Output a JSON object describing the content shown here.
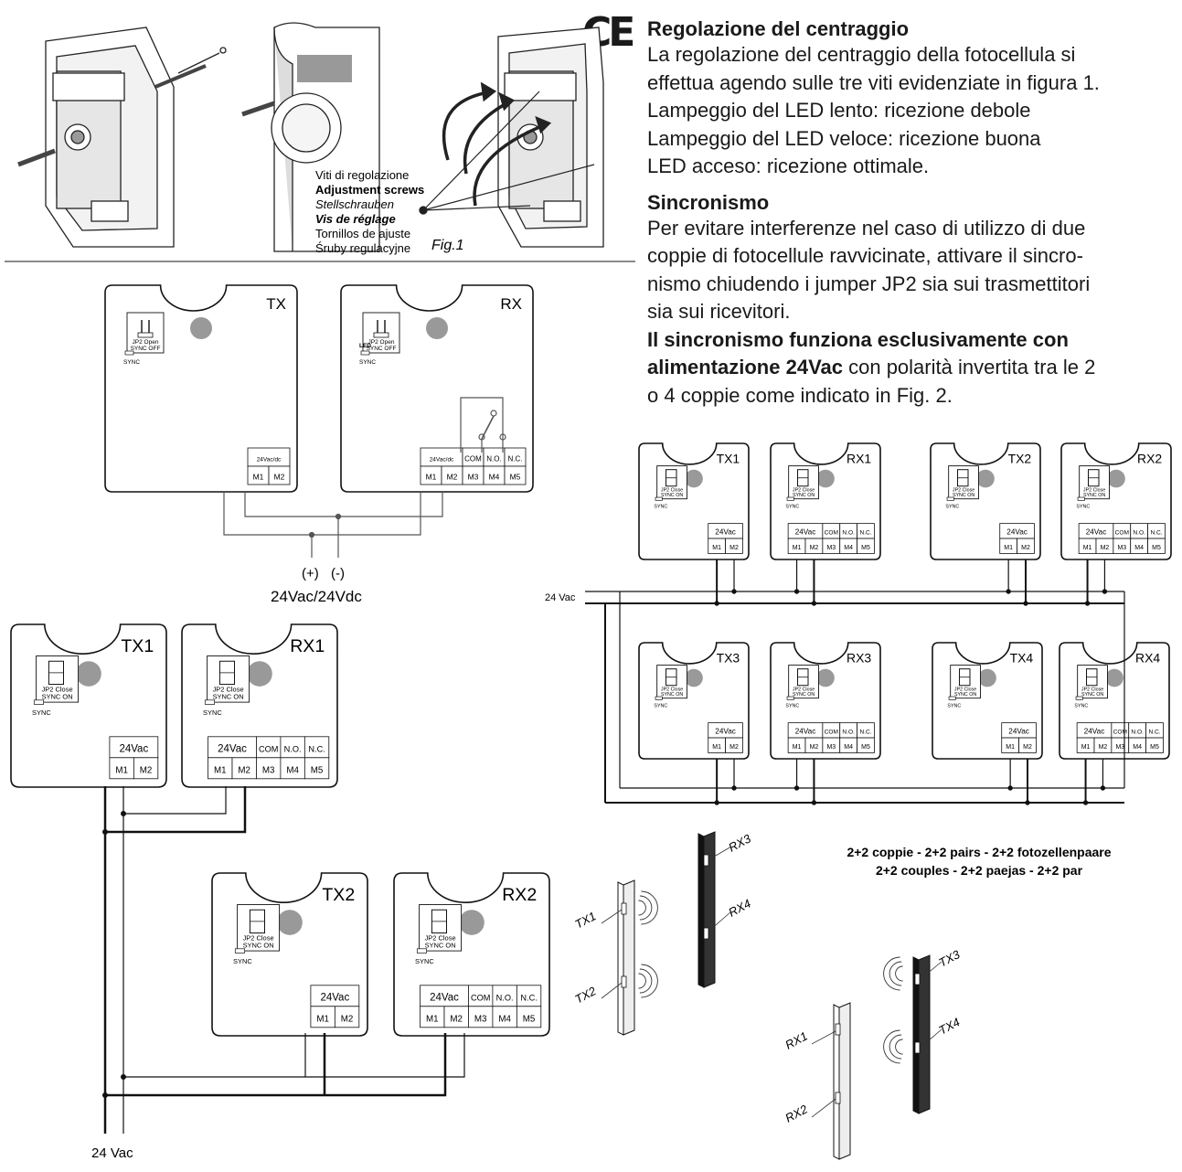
{
  "ce_mark": "CE",
  "section1": {
    "title": "Regolazione del centraggio",
    "lines": [
      "La regolazione del centraggio della fotocellula si",
      "effettua agendo sulle tre viti evidenziate in figura 1.",
      "Lampeggio del LED lento: ricezione debole",
      "Lampeggio del LED veloce: ricezione buona",
      "LED acceso: ricezione ottimale."
    ]
  },
  "section2": {
    "title": "Sincronismo",
    "lines": [
      "Per evitare interferenze nel caso di utilizzo di due",
      "coppie di fotocellule ravvicinate, attivare il sincro-",
      "nismo chiudendo i jumper JP2 sia sui trasmettitori",
      "sia sui ricevitori."
    ],
    "bold_lines": [
      "Il sincronismo funziona esclusivamente con",
      "alimentazione 24Vac"
    ],
    "tail": " con polarità invertita tra le 2",
    "last_line": "o 4 coppie come indicato in Fig. 2."
  },
  "fig1": {
    "screw_labels": [
      "Viti di regolazione",
      "Adjustment screws",
      "Stellschrauben",
      "Vis de réglage",
      "Tornillos de ajuste",
      "Śruby regulacyjne"
    ],
    "caption": "Fig.1"
  },
  "open_diagram": {
    "tx_label": "TX",
    "rx_label": "RX",
    "jumper_text": [
      "JP2 Open",
      "SYNC OFF"
    ],
    "led_label": "LED",
    "sync_label": "SYNC",
    "power_label": "24Vac/dc",
    "terminals_tx": [
      "M1",
      "M2"
    ],
    "terminals_rx": [
      "M1",
      "M2",
      "M3",
      "M4",
      "M5"
    ],
    "contacts": [
      "COM",
      "N.O.",
      "N.C."
    ],
    "plus": "(+)",
    "minus": "(-)",
    "supply": "24Vac/24Vdc"
  },
  "sync_units": {
    "jumper_text": [
      "JP2 Close",
      "SYNC ON"
    ],
    "sync_label": "SYNC",
    "power_label": "24Vac",
    "contacts": [
      "COM",
      "N.O.",
      "N.C."
    ],
    "terminals": [
      "M1",
      "M2",
      "M3",
      "M4",
      "M5"
    ]
  },
  "pair2_diagram": {
    "units": [
      "TX1",
      "RX1",
      "TX2",
      "RX2"
    ],
    "supply": "24 Vac"
  },
  "pair4_diagram": {
    "units": [
      "TX1",
      "RX1",
      "TX2",
      "RX2",
      "TX3",
      "RX3",
      "TX4",
      "RX4"
    ],
    "supply": "24 Vac"
  },
  "columns": {
    "labels": [
      "RX3",
      "RX4",
      "TX1",
      "TX2",
      "TX3",
      "TX4",
      "RX1",
      "RX2"
    ],
    "caption_line1": "2+2 coppie - 2+2 pairs - 2+2 fotozellenpaare",
    "caption_line2": "2+2 couples - 2+2 paejas - 2+2 par"
  }
}
